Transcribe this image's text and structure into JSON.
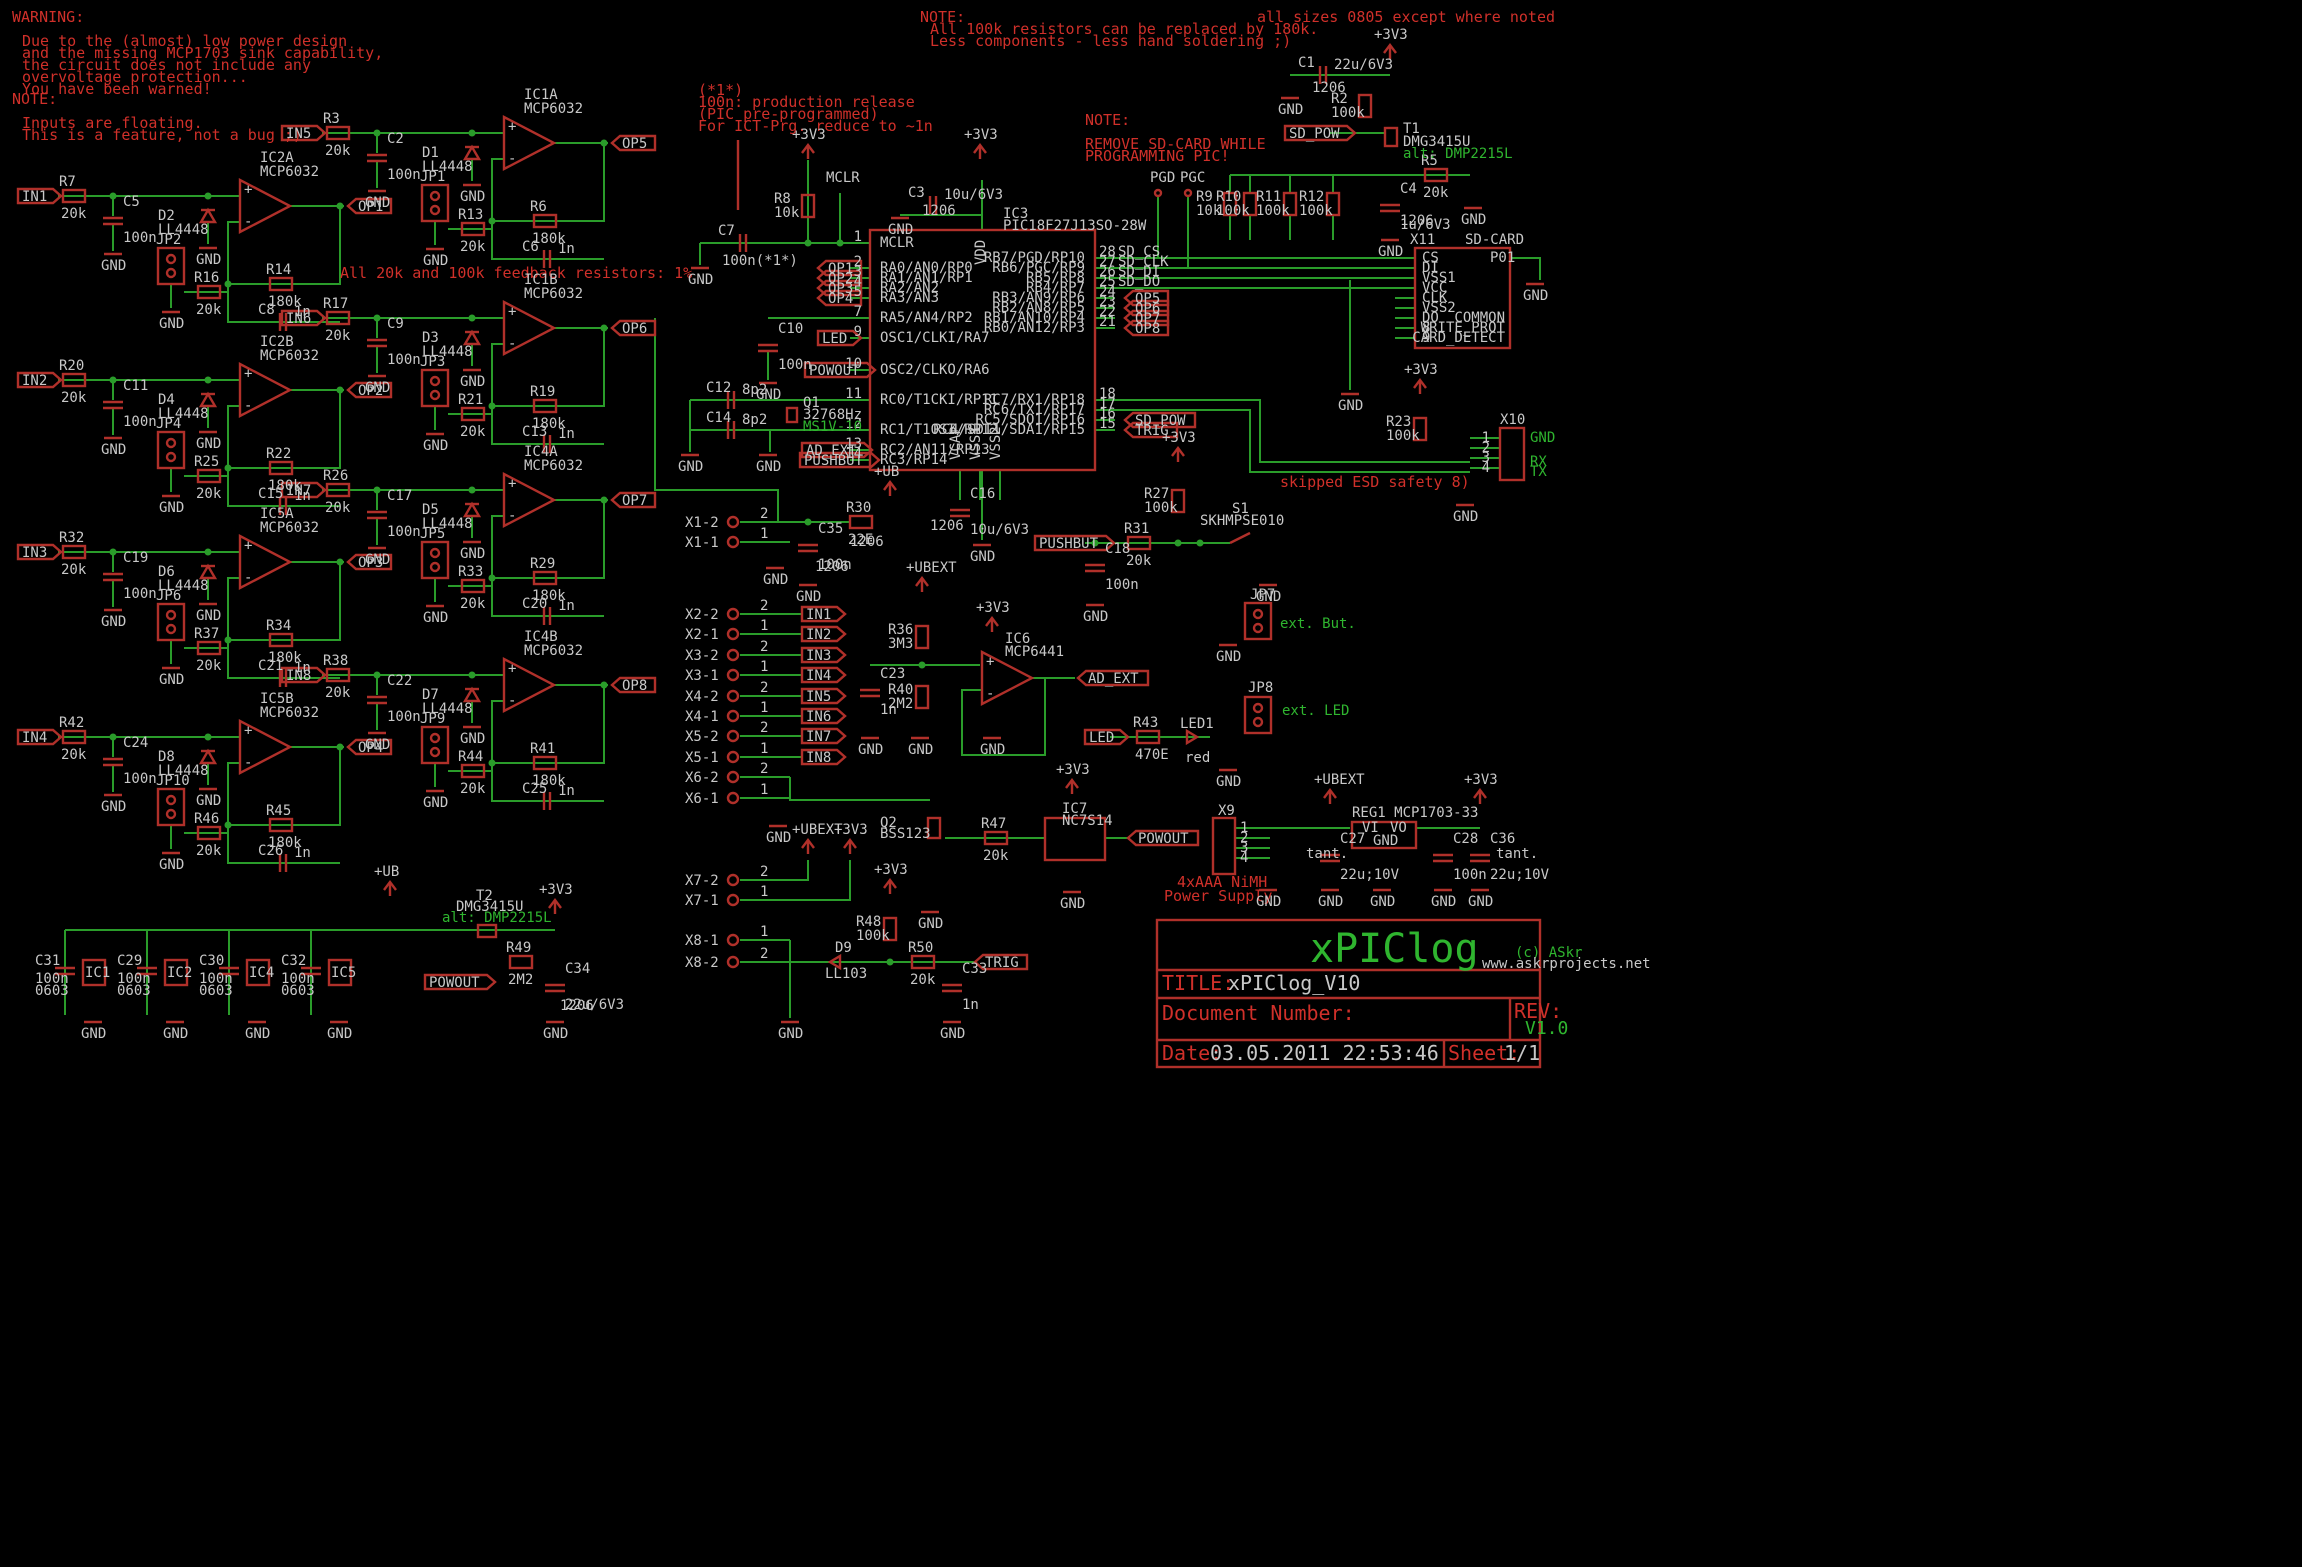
{
  "notes": {
    "warning": [
      "WARNING:",
      "",
      "Due to the (almost) low power design",
      "and the missing MCP1703 sink capability,",
      "the circuit does not include any",
      "overvoltage protection...",
      "You have been warned!"
    ],
    "note_inputs": [
      "NOTE:",
      "",
      "Inputs are floating.",
      "This is a feature, not a bug ;)"
    ],
    "note_100k": [
      "NOTE:",
      "All 100k resistors can be replaced by 180k.",
      "Less components - less hand soldering ;)"
    ],
    "note_prog": [
      "(*1*)",
      "100n: production release",
      "(PIC pre-programmed)",
      "For ICT-Prg. reduce to ~1n"
    ],
    "note_sd": [
      "NOTE:",
      "",
      "REMOVE SD-CARD WHILE",
      "PROGRAMMING PIC!"
    ],
    "sizes": "all sizes 0805 except where noted",
    "feedback": "All 20k and 100k feedback resistors: 1%",
    "esd": "skipped ESD safety 8)",
    "power_supply": [
      "4xAAA NiMH",
      "Power Supply"
    ]
  },
  "title_block": {
    "project": "xPIClog",
    "copyright": "(c) ASkr",
    "website": "www.askrprojects.net",
    "title_label": "TITLE:",
    "title_value": "xPIClog_V10",
    "doc_label": "Document Number:",
    "rev_label": "REV:",
    "rev_value": "V1.0",
    "date_label": "Date:",
    "date_value": "03.05.2011 22:53:46",
    "sheet_label": "Sheet:",
    "sheet_value": "1/1"
  },
  "pic": {
    "ref": "IC3",
    "part": "PIC18F27J13SO-28W",
    "left_pins": [
      "MCLR",
      "RA0/AN0/RP0",
      "RA1/AN1/RP1",
      "RA2/AN2",
      "RA3/AN3",
      "RA5/AN4/RP2",
      "OSC1/CLKI/RA7",
      "OSC2/CLKO/RA6",
      "RC0/T1CKI/RP11",
      "RC1/T1OSI/RP12",
      "RC2/AN11/RP13",
      "RC3/RP14"
    ],
    "left_nums": [
      "1",
      "2",
      "3",
      "4",
      "5",
      "7",
      "9",
      "10",
      "11",
      "12",
      "13",
      "14"
    ],
    "right_pins": [
      "RB7/PGD/RP10",
      "RB6/PGC/RP9",
      "RB5/RP8",
      "RB4/RP7",
      "RB3/AN9/RP6",
      "RB2/AN8/RP5",
      "RB1/AN10/RP4",
      "RB0/AN12/RP3",
      "RC7/RX1/RP18",
      "RC6/TX1/RP17",
      "RC5/SDO1/RP16",
      "RC4/SDI1/SDA1/RP15"
    ],
    "right_nums": [
      "28",
      "27",
      "26",
      "25",
      "24",
      "23",
      "22",
      "21",
      "18",
      "17",
      "16",
      "15"
    ],
    "bottom_pins": [
      "VCAP",
      "VSS1",
      "VSS2"
    ],
    "top_pin": "VDD"
  },
  "sdcard": {
    "ref": "X11",
    "name": "SD-CARD",
    "pins": [
      "CS",
      "DI",
      "VSS1",
      "VCC",
      "CLK",
      "VSS2",
      "DO",
      "8",
      "9"
    ],
    "right": [
      "P01",
      "COMMON",
      "WRITE_PROT",
      "CARD_DETECT"
    ],
    "nets": [
      "SD_CS",
      "SD_CLK",
      "SD_DI",
      "SD_DO"
    ]
  },
  "channels": [
    {
      "in": "IN1",
      "op": "OP1",
      "ic": "IC2A",
      "part": "MCP6032",
      "r_in": "R7",
      "c_in": "C5",
      "d": "D2",
      "jp": "JP2",
      "rf": "R14",
      "rg": "R16",
      "cf": "C8"
    },
    {
      "in": "IN2",
      "op": "OP2",
      "ic": "IC2B",
      "part": "MCP6032",
      "r_in": "R20",
      "c_in": "C11",
      "d": "D4",
      "jp": "JP4",
      "rf": "R22",
      "rg": "R25",
      "cf": "C15"
    },
    {
      "in": "IN3",
      "op": "OP3",
      "ic": "IC5A",
      "part": "MCP6032",
      "r_in": "R32",
      "c_in": "C19",
      "d": "D6",
      "jp": "JP6",
      "rf": "R34",
      "rg": "R37",
      "cf": "C21"
    },
    {
      "in": "IN4",
      "op": "OP4",
      "ic": "IC5B",
      "part": "MCP6032",
      "r_in": "R42",
      "c_in": "C24",
      "d": "D8",
      "jp": "JP10",
      "rf": "R45",
      "rg": "R46",
      "cf": "C26"
    },
    {
      "in": "IN5",
      "op": "OP5",
      "ic": "IC1A",
      "part": "MCP6032",
      "r_in": "R3",
      "c_in": "C2",
      "d": "D1",
      "jp": "JP1",
      "rf": "R6",
      "rg": "R13",
      "cf": "C6"
    },
    {
      "in": "IN6",
      "op": "OP6",
      "ic": "IC1B",
      "part": "MCP6032",
      "r_in": "R17",
      "c_in": "C9",
      "d": "D3",
      "jp": "JP3",
      "rf": "R19",
      "rg": "R21",
      "cf": "C13"
    },
    {
      "in": "IN7",
      "op": "OP7",
      "ic": "IC4A",
      "part": "MCP6032",
      "r_in": "R26",
      "c_in": "C17",
      "d": "D5",
      "jp": "JP5",
      "rf": "R29",
      "rg": "R33",
      "cf": "C20"
    },
    {
      "in": "IN8",
      "op": "OP8",
      "ic": "IC4B",
      "part": "MCP6032",
      "r_in": "R38",
      "c_in": "C22",
      "d": "D7",
      "jp": "JP9",
      "rf": "R41",
      "rg": "R44",
      "cf": "C25"
    }
  ],
  "channel_values": {
    "r_in": "20k",
    "c_in": "100n",
    "d": "LL4448",
    "rf": "180k",
    "rg": "20k",
    "cf": "1n",
    "gnd": "GND"
  },
  "connectors": {
    "left_pins": [
      "X1-2",
      "X1-1",
      "X2-2",
      "X2-1",
      "X3-2",
      "X3-1",
      "X4-2",
      "X4-1",
      "X5-2",
      "X5-1",
      "X6-2",
      "X6-1",
      "X7-2",
      "X7-1",
      "X8-1",
      "X8-2"
    ],
    "pin_nums": [
      "2",
      "1",
      "2",
      "1",
      "2",
      "1",
      "2",
      "1",
      "2",
      "1",
      "2",
      "1",
      "2",
      "1",
      "1",
      "2"
    ],
    "in_flags": [
      "IN1",
      "IN2",
      "IN3",
      "IN4",
      "IN5",
      "IN6",
      "IN7",
      "IN8"
    ]
  },
  "parts": {
    "c7": [
      "C7",
      "100n(*1*)"
    ],
    "r8": [
      "R8",
      "10k"
    ],
    "mclr": "MCLR",
    "c3": [
      "C3",
      "10u/6V3",
      "1206"
    ],
    "c10": [
      "C10",
      "100n"
    ],
    "c12": [
      "C12",
      "8p2"
    ],
    "c14": [
      "C14",
      "8p2"
    ],
    "q1": [
      "Q1",
      "32768Hz",
      "MS1V-10"
    ],
    "c16": [
      "C16",
      "10u/6V3",
      "1206"
    ],
    "r30": [
      "R30",
      "22E",
      "1206"
    ],
    "c35": [
      "C35",
      "100n",
      "1206"
    ],
    "c1": [
      "C1",
      "22u/6V3",
      "1206"
    ],
    "r2": [
      "R2",
      "100k"
    ],
    "t1": [
      "T1",
      "DMG3415U",
      "alt: DMP2215L"
    ],
    "r5": [
      "R5",
      "20k"
    ],
    "c4": [
      "C4",
      "1u/6V3",
      "1206"
    ],
    "pgd": "PGD",
    "pgc": "PGC",
    "r9": [
      "R9",
      "10k"
    ],
    "r10": [
      "R10",
      "100k"
    ],
    "r11": [
      "R11",
      "100k"
    ],
    "r12": [
      "R12",
      "100k"
    ],
    "r23": [
      "R23",
      "100k"
    ],
    "x10": [
      "X10",
      "GND",
      "RX",
      "TX"
    ],
    "r27": [
      "R27",
      "100k"
    ],
    "s1": [
      "S1",
      "SKHMPSE010"
    ],
    "r31": [
      "R31",
      "20k"
    ],
    "c18": [
      "C18",
      "100n"
    ],
    "jp7": [
      "JP7",
      "ext. But."
    ],
    "r36": [
      "R36",
      "3M3"
    ],
    "c23": [
      "C23",
      "1n"
    ],
    "r40": [
      "R40",
      "2M2"
    ],
    "ic6": [
      "IC6",
      "MCP6441"
    ],
    "jp8": [
      "JP8",
      "ext. LED"
    ],
    "r43": [
      "R43",
      "470E"
    ],
    "led1": [
      "LED1",
      "red"
    ],
    "q2": [
      "Q2",
      "BSS123"
    ],
    "r47": [
      "R47",
      "20k"
    ],
    "ic7": [
      "IC7",
      "NC7S14"
    ],
    "x9": "X9",
    "c27": [
      "C27",
      "tant.",
      "22u;10V"
    ],
    "reg1": [
      "REG1",
      "MCP1703-33"
    ],
    "c28": [
      "C28",
      "100n"
    ],
    "c36": [
      "C36",
      "tant.",
      "22u;10V"
    ],
    "r48": [
      "R48",
      "100k"
    ],
    "d9": [
      "D9",
      "LL103"
    ],
    "r50": [
      "R50",
      "20k"
    ],
    "c33": [
      "C33",
      "1n"
    ],
    "t2": [
      "T2",
      "DMG3415U",
      "alt: DMP2215L"
    ],
    "r49": [
      "R49",
      "2M2"
    ],
    "c34": [
      "C34",
      "22u/6V3",
      "1206"
    ],
    "dec_caps": [
      [
        "C31",
        "100n",
        "0603",
        "IC1"
      ],
      [
        "C29",
        "100n",
        "0603",
        "IC2"
      ],
      [
        "C30",
        "100n",
        "0603",
        "IC4"
      ],
      [
        "C32",
        "100n",
        "0603",
        "IC5"
      ]
    ]
  },
  "nets": {
    "v33": "+3V3",
    "ub": "+UB",
    "ubext": "+UBEXT",
    "gnd": "GND",
    "led": "LED",
    "powout": "POWOUT",
    "ad_ext": "AD_EXT",
    "pushbut": "PUSHBUT",
    "sd_pow": "SD_POW",
    "trig": "TRIG",
    "op5": "OP5",
    "op6": "OP6",
    "op7": "OP7",
    "op8": "OP8",
    "op1": "OP1",
    "op2": "OP2",
    "op3": "OP3",
    "op4": "OP4"
  }
}
